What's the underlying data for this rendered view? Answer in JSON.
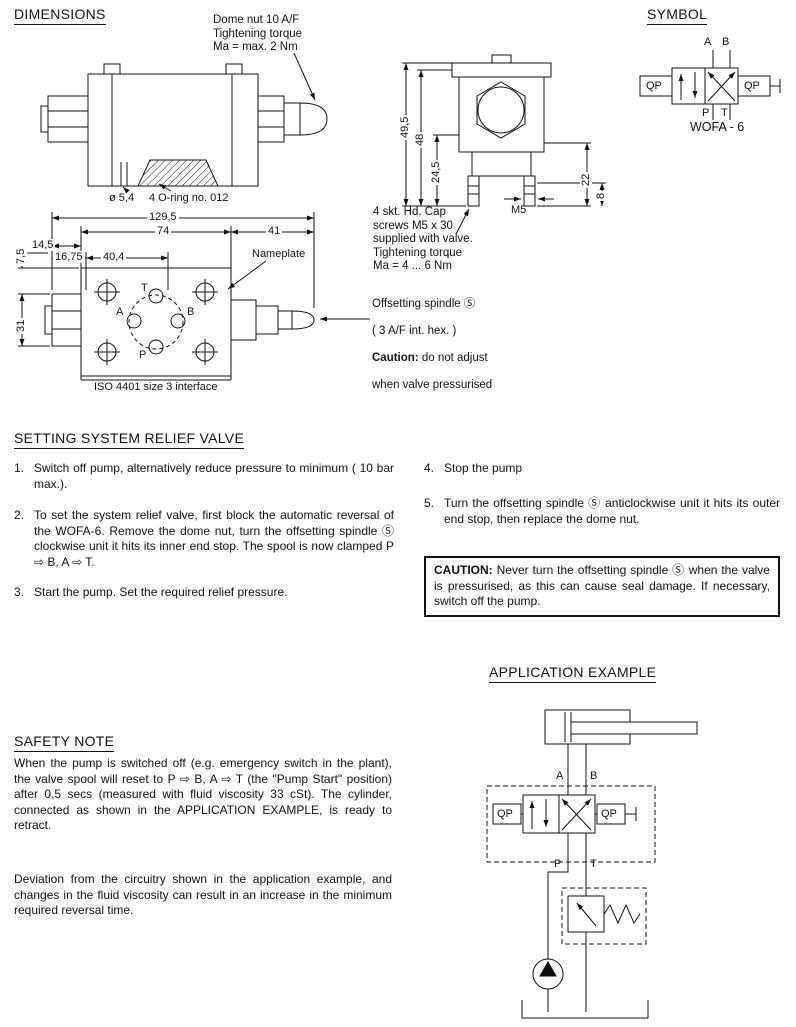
{
  "headings": {
    "dimensions": "DIMENSIONS",
    "symbol": "SYMBOL",
    "setting": "SETTING SYSTEM RELIEF VALVE",
    "application": "APPLICATION EXAMPLE",
    "safety": "SAFETY NOTE"
  },
  "symbol_diagram": {
    "model": "WOFA - 6",
    "port_a": "A",
    "port_b": "B",
    "port_p": "P",
    "port_t": "T",
    "qp_left": "QP",
    "qp_right": "QP"
  },
  "dimensions_diagram": {
    "dome_nut_note": "Dome nut 10 A/F\nTightening torque\nMa = max. 2  Nm",
    "hole_diameter": "ø 5,4",
    "oring_note": "4 O-ring no. 012",
    "cap_screw_note": "4 skt. Hd. Cap\nscrews M5 x 30\nsupplied with valve.\nTightening torque\nMa = 4 ... 6  Nm",
    "m5_label": "M5",
    "nameplate_label": "Nameplate",
    "iso_label": "ISO 4401 size 3 interface",
    "spindle_note_line1": "Offsetting spindle Ⓢ",
    "spindle_note_line2": "( 3 A/F int. hex. )",
    "spindle_note_caution": "Caution:",
    "spindle_note_caution_rest": " do not adjust",
    "spindle_note_line4": "when valve pressurised",
    "port_a": "A",
    "port_b": "B",
    "port_p": "P",
    "port_t": "T",
    "dims": {
      "overall": "129,5",
      "body_length": "74",
      "spindle_length": "41",
      "hex_width": "14,5",
      "offset_16_75": "16,75",
      "offset_40_4": "40,4",
      "offset_7_5": "7,5",
      "port_span": "31",
      "height_49_5": "49,5",
      "height_48": "48",
      "height_24_5": "24,5",
      "height_22": "22",
      "height_8": "8"
    }
  },
  "setting_section": {
    "steps": [
      {
        "num": "1.",
        "text": "Switch off pump, alternatively reduce pressure to minimum ( 10 bar max.)."
      },
      {
        "num": "2.",
        "text": "To set the system relief valve, first block the automatic reversal of the WOFA-6. Remove the dome nut, turn the offsetting spindle Ⓢ clockwise unit it hits its inner end stop. The spool is now clamped P ⇨ B, A ⇨ T."
      },
      {
        "num": "3.",
        "text": "Start the pump. Set the required relief pressure."
      },
      {
        "num": "4.",
        "text": "Stop the pump"
      },
      {
        "num": "5.",
        "text": "Turn the offsetting spindle Ⓢ anticlockwise unit it hits its outer end stop, then replace the dome nut."
      }
    ],
    "caution_label": "CAUTION:",
    "caution_text": " Never turn the offsetting spindle Ⓢ when the valve is pressurised, as this can cause seal damage. If necessary, switch off the pump."
  },
  "safety_section": {
    "para1": "When the pump is switched off (e.g. emergency switch in the plant), the valve spool will reset to P ⇨ B,  A ⇨ T (the \"Pump Start\" position) after 0,5 secs (measured with fluid viscosity 33 cSt). The cylinder, connected as shown in the APPLICATION EXAMPLE, is ready to retract.",
    "para2": "Deviation from the circuitry shown in the application example, and changes in the fluid viscosity can result in an increase in the minimum required reversal time."
  },
  "application_diagram": {
    "port_a": "A",
    "port_b": "B",
    "port_p": "P",
    "port_t": "T",
    "qp_left": "QP",
    "qp_right": "QP"
  }
}
